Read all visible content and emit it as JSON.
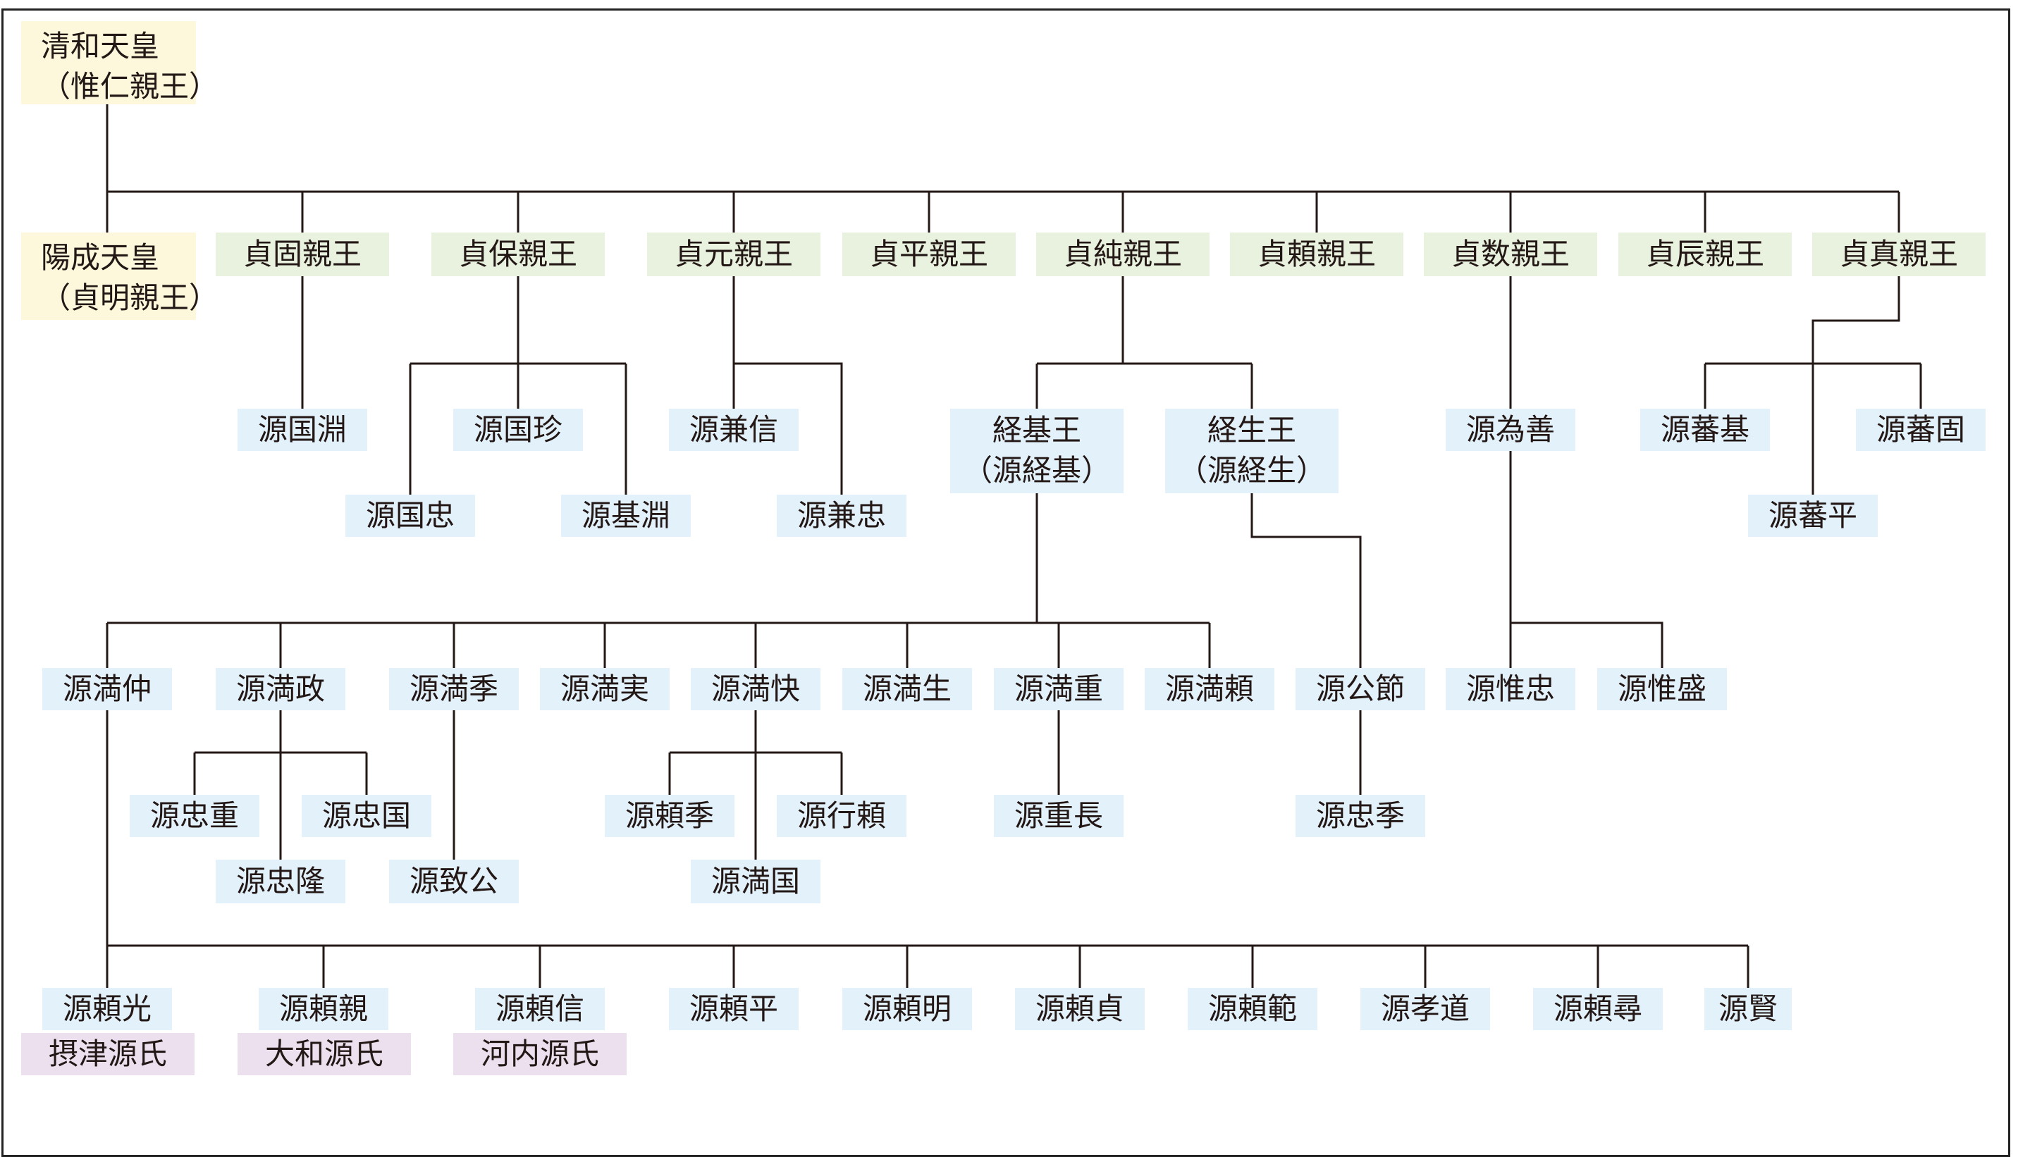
{
  "nodes": {
    "seiwa": [
      "清和天皇",
      "（惟仁親王）"
    ],
    "yozei": [
      "陽成天皇",
      "（貞明親王）"
    ],
    "sadakata": "貞固親王",
    "sadayasu": "貞保親王",
    "sadamoto": "貞元親王",
    "sadahira": "貞平親王",
    "sadazumi": "貞純親王",
    "sadayori": "貞頼親王",
    "sadakazu": "貞数親王",
    "sadatoki": "貞辰親王",
    "sadazane": "貞真親王",
    "kunibuchi": "源国淵",
    "kunitada_chin": "源国珍",
    "kunitada": "源国忠",
    "motobuchi": "源基淵",
    "kanenobu": "源兼信",
    "kanetada": "源兼忠",
    "tsunemoto": [
      "経基王",
      "（源経基）"
    ],
    "tsuneo": [
      "経生王",
      "（源経生）"
    ],
    "tameyoshi": "源為善",
    "banki": "源蕃基",
    "banko": "源蕃固",
    "banpei": "源蕃平",
    "mitsunaka": "源満仲",
    "mitsumasa": "源満政",
    "mitsusue": "源満季",
    "mitsuzane": "源満実",
    "mitsuyoshi": "源満快",
    "mitsuo": "源満生",
    "mitsushige": "源満重",
    "mitsuyori": "源満頼",
    "kintoki": "源公節",
    "koretada": "源惟忠",
    "koremori": "源惟盛",
    "tadashige": "源忠重",
    "tadakuni": "源忠国",
    "tadataka": "源忠隆",
    "munekimi": "源致公",
    "yorisue": "源頼季",
    "yukiyori": "源行頼",
    "mitsukuni": "源満国",
    "shigenaga": "源重長",
    "tadasue": "源忠季",
    "yorimitsu": "源頼光",
    "yorichika": "源頼親",
    "yorinobu": "源頼信",
    "yorihira": "源頼平",
    "yoriakira": "源頼明",
    "yorisada": "源頼貞",
    "yorinori": "源頼範",
    "takamichi": "源孝道",
    "yorihiro": "源頼尋",
    "ken": "源賢",
    "settsu": "摂津源氏",
    "yamato": "大和源氏",
    "kawachi": "河内源氏"
  },
  "colors": {
    "cream": "#fdf8dc",
    "green": "#e8f2df",
    "blue": "#e3f1fb",
    "purple": "#ece0ef",
    "line": "#231815"
  }
}
